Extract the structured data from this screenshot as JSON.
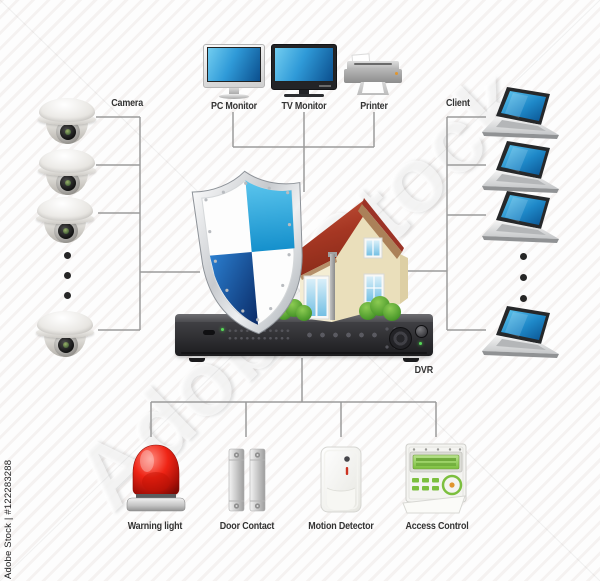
{
  "labels": {
    "camera": "Camera",
    "client": "Client",
    "pc_monitor": "PC Monitor",
    "tv_monitor": "TV Monitor",
    "printer": "Printer",
    "dvr": "DVR",
    "warning_light": "Warning light",
    "door_contact": "Door Contact",
    "motion_detector": "Motion Detector",
    "access_control": "Access Control"
  },
  "watermark": {
    "ghost": "Adobe Stock",
    "caption": "Adobe Stock | #122283288"
  },
  "colors": {
    "connector_line": "#9b9b9b",
    "label_text": "#333333",
    "screen_blue": "#1a84c8",
    "shield_blue": "#29a8e0",
    "shield_navy": "#0b2f6e",
    "roof_red": "#a63723",
    "wall_cream": "#f2ebd1",
    "alarm_red": "#e01608",
    "led_green": "#57d957",
    "keypad_green": "#7cbf3e",
    "dvr_gray": "#2e2e31",
    "metal_silver": "#c9c9c9"
  }
}
